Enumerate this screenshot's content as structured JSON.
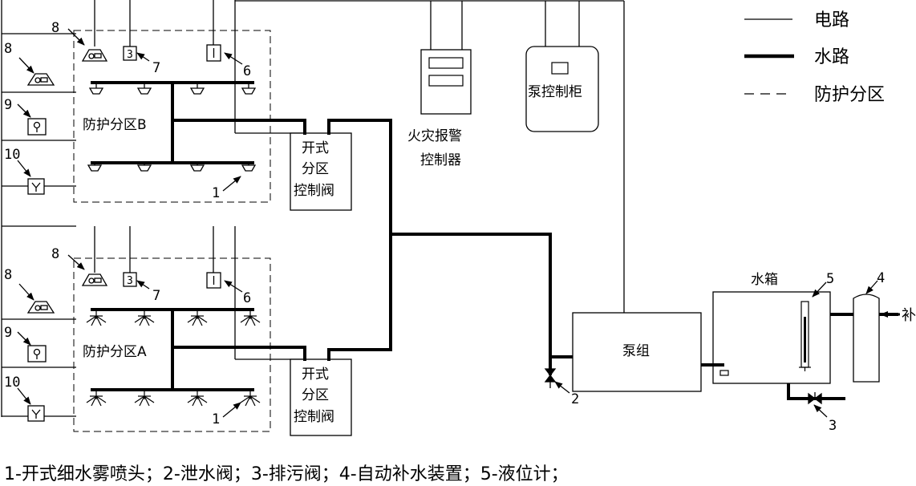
{
  "legend": {
    "electric": "电路",
    "water": "水路",
    "zone": "防护分区"
  },
  "zones": [
    {
      "label": "防护分区B"
    },
    {
      "label": "防护分区A"
    }
  ],
  "valves": [
    {
      "line1": "开式",
      "line2": "分区",
      "line3": "控制阀"
    },
    {
      "line1": "开式",
      "line2": "分区",
      "line3": "控制阀"
    }
  ],
  "fire_alarm": {
    "line1": "火灾报警",
    "line2": "控制器"
  },
  "pump_cabinet": "泵控制柜",
  "pump_group": "泵组",
  "tank": "水箱",
  "supply_text": "补",
  "numbers": {
    "n1": "1",
    "n2": "2",
    "n3": "3",
    "n4": "4",
    "n5": "5",
    "n6": "6",
    "n7": "7",
    "n8": "8",
    "n9": "9",
    "n10": "10"
  },
  "footnote": "1-开式细水雾喷头；2-泄水阀；3-排污阀；4-自动补水装置；5-液位计；"
}
